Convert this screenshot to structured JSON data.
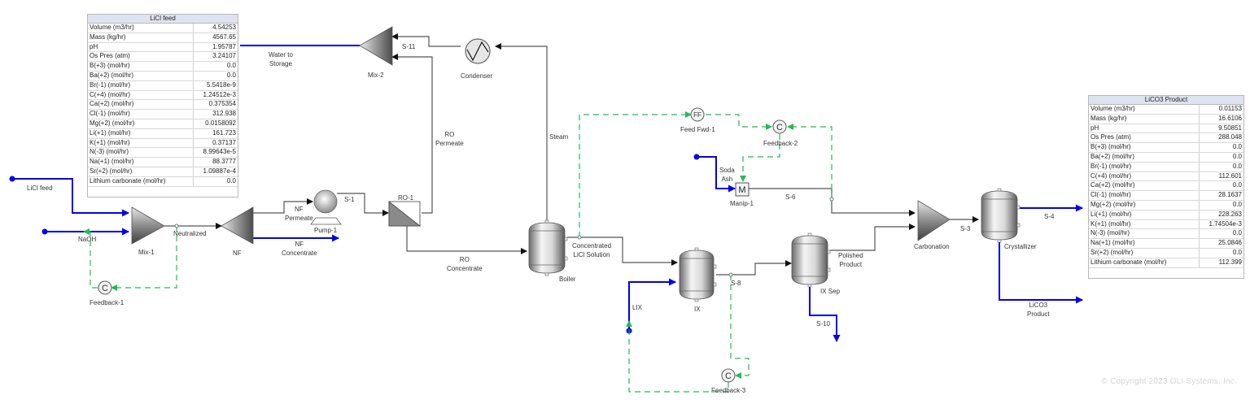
{
  "tables": {
    "feed": {
      "title": "LiCl feed",
      "rows": [
        {
          "k": "Volume (m3/hr)",
          "v": "4.54253"
        },
        {
          "k": "Mass (kg/hr)",
          "v": "4567.65"
        },
        {
          "k": "pH",
          "v": "1.95787"
        },
        {
          "k": "Os Pres (atm)",
          "v": "3.24107"
        },
        {
          "k": "B(+3) (mol/hr)",
          "v": "0.0"
        },
        {
          "k": "Ba(+2) (mol/hr)",
          "v": "0.0"
        },
        {
          "k": "Br(-1) (mol/hr)",
          "v": "5.5418e-9"
        },
        {
          "k": "C(+4) (mol/hr)",
          "v": "1.24512e-3"
        },
        {
          "k": "Ca(+2) (mol/hr)",
          "v": "0.375354"
        },
        {
          "k": "Cl(-1) (mol/hr)",
          "v": "312.938"
        },
        {
          "k": "Mg(+2) (mol/hr)",
          "v": "0.0158092"
        },
        {
          "k": "Li(+1) (mol/hr)",
          "v": "161.723"
        },
        {
          "k": "K(+1) (mol/hr)",
          "v": "0.37137"
        },
        {
          "k": "N(-3) (mol/hr)",
          "v": "8.99643e-5"
        },
        {
          "k": "Na(+1) (mol/hr)",
          "v": "88.3777"
        },
        {
          "k": "Sr(+2) (mol/hr)",
          "v": "1.09887e-4"
        },
        {
          "k": "Lithium carbonate (mol/hr)",
          "v": "0.0"
        }
      ]
    },
    "product": {
      "title": "LiCO3 Product",
      "rows": [
        {
          "k": "Volume (m3/hr)",
          "v": "0.01153"
        },
        {
          "k": "Mass (kg/hr)",
          "v": "16.6106"
        },
        {
          "k": "pH",
          "v": "9.50851"
        },
        {
          "k": "Os Pres (atm)",
          "v": "288.048"
        },
        {
          "k": "B(+3) (mol/hr)",
          "v": "0.0"
        },
        {
          "k": "Ba(+2) (mol/hr)",
          "v": "0.0"
        },
        {
          "k": "Br(-1) (mol/hr)",
          "v": "0.0"
        },
        {
          "k": "C(+4) (mol/hr)",
          "v": "112.601"
        },
        {
          "k": "Ca(+2) (mol/hr)",
          "v": "0.0"
        },
        {
          "k": "Cl(-1) (mol/hr)",
          "v": "28.1637"
        },
        {
          "k": "Mg(+2) (mol/hr)",
          "v": "0.0"
        },
        {
          "k": "Li(+1) (mol/hr)",
          "v": "228.263"
        },
        {
          "k": "K(+1) (mol/hr)",
          "v": "1.74504e-3"
        },
        {
          "k": "N(-3) (mol/hr)",
          "v": "0.0"
        },
        {
          "k": "Na(+1) (mol/hr)",
          "v": "25.0846"
        },
        {
          "k": "Sr(+2) (mol/hr)",
          "v": "0.0"
        },
        {
          "k": "Lithium carbonate (mol/hr)",
          "v": "112.399"
        }
      ]
    }
  },
  "units": {
    "mix1": "Mix-1",
    "nf": "NF",
    "pump1": "Pump-1",
    "ro1": "RO-1",
    "mix2": "Mix-2",
    "condenser": "Condenser",
    "boiler": "Boiler",
    "ix": "IX",
    "ixsep": "IX Sep",
    "manip1": "Manip-1",
    "manip_glyph": "M",
    "carbonation": "Carbonation",
    "crystallizer": "Crystallizer",
    "feedback1": "Feedback-1",
    "feedback2": "Feedback-2",
    "feedback3": "Feedback-3",
    "feedfwd1": "Feed Fwd-1",
    "controller_glyph": "C",
    "ff_glyph": "FF"
  },
  "streams": {
    "licl_feed": "LiCl feed",
    "naoh": "NaOH",
    "neutralized": "Neutralized",
    "nf_permeate_1": "NF",
    "nf_permeate_2": "Permeate",
    "nf_conc_1": "NF",
    "nf_conc_2": "Concentrate",
    "s1": "S-1",
    "ro_perm_1": "RO",
    "ro_perm_2": "Permeate",
    "ro_conc_1": "RO",
    "ro_conc_2": "Concentrate",
    "water_1": "Water to",
    "water_2": "Storage",
    "s11": "S-11",
    "steam": "Steam",
    "conc_licl_1": "Concentrated",
    "conc_licl_2": "LiCl Solution",
    "lix": "LIX",
    "s8": "S-8",
    "s10": "S-10",
    "polished_1": "Polished",
    "polished_2": "Product",
    "soda_1": "Soda",
    "soda_2": "Ash",
    "s6": "S-6",
    "s3": "S-3",
    "s4": "S-4",
    "lico3_1": "LiCO3",
    "lico3_2": "Product"
  },
  "colors": {
    "material": "#0000ee",
    "process": "#555555",
    "control": "#22bb55"
  },
  "footer": {
    "copyright": "© Copyright 2023 OLI Systems, Inc."
  }
}
